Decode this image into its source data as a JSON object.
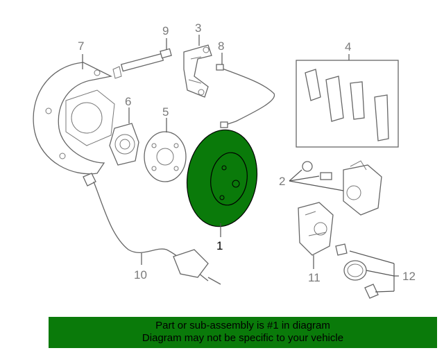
{
  "callouts": [
    "1",
    "2",
    "3",
    "4",
    "5",
    "6",
    "7",
    "8",
    "9",
    "10",
    "11",
    "12"
  ],
  "banner": {
    "line1": "Part or sub-assembly is #1 in diagram",
    "line2": "Diagram may not be specific to your vehicle"
  },
  "colors": {
    "highlight": "#0a7a0a",
    "banner_bg": "#0a7a0a",
    "line_art": "#666666"
  }
}
